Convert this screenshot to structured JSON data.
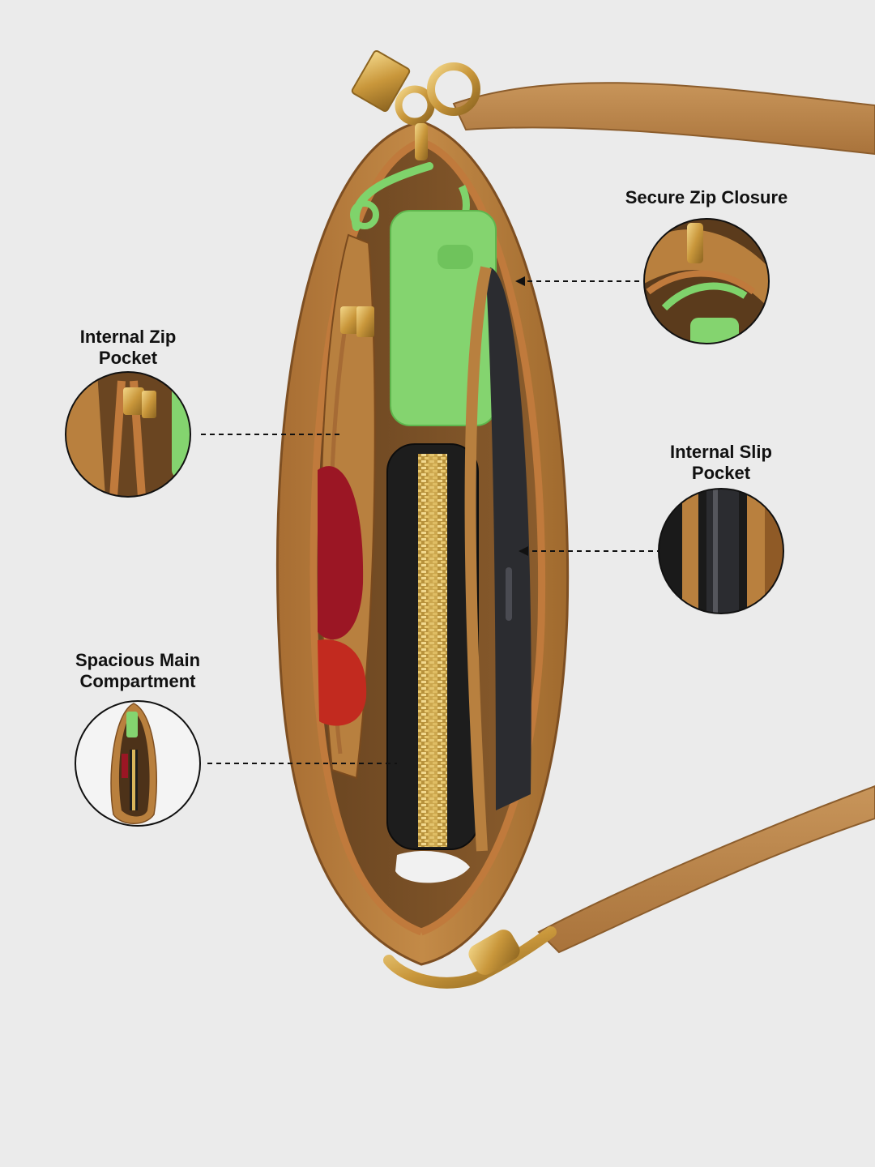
{
  "callouts": {
    "secure_zip_closure": {
      "line1": "Secure Zip Closure"
    },
    "internal_zip_pocket": {
      "line1": "Internal Zip",
      "line2": "Pocket"
    },
    "internal_slip_pocket": {
      "line1": "Internal Slip",
      "line2": "Pocket"
    },
    "spacious_main_compartment": {
      "line1": "Spacious Main",
      "line2": "Compartment"
    }
  },
  "colors": {
    "background": "#ebebeb",
    "leather": "#b9803e",
    "leather_dark": "#8f5a26",
    "strap": "#b8844a",
    "gold_hardware": "#d4a94a",
    "green_accessory": "#7fd36b",
    "black_pouch": "#1d1d1d",
    "phone": "#2b2c30",
    "label_text": "#111111"
  }
}
